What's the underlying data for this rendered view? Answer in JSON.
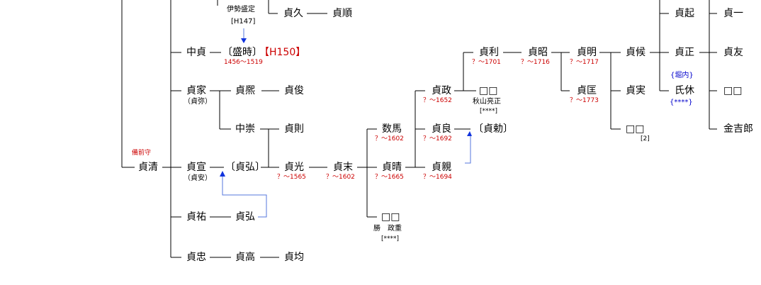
{
  "persons": {
    "p_sadahisa": "貞久",
    "p_sadayori": "貞順",
    "p_ise_moritada": "伊勢盛定",
    "p_ise_moritada_ref": "[H147]",
    "p_nakasada": "中貞",
    "p_moritoki": "〔盛時〕",
    "p_moritoki_ref": "【H150】",
    "p_moritoki_dates": "1456～1519",
    "p_sadaie": "貞家",
    "p_sadaie_alias": "（貞弥）",
    "p_sadahiro_a": "貞熈",
    "p_sadatoshi_a": "貞俊",
    "p_nakamune": "中崇",
    "p_sadanori": "貞則",
    "p_bizen": "備前守",
    "p_sadakiyo": "貞清",
    "p_sadanobu": "貞宣",
    "p_sadanobu_alias": "（貞安）",
    "p_sadahiro_b": "〔貞弘〕",
    "p_sadamitsu": "貞光",
    "p_sadamitsu_dates": "？～1565",
    "p_sadasue": "貞末",
    "p_sadasue_dates": "？～1602",
    "p_kazuma": "数馬",
    "p_kazuma_dates": "？～1602",
    "p_sadaharu": "貞晴",
    "p_sadaharu_dates": "？～1665",
    "p_unknown_masashige": "□□",
    "p_masashige_name": "勝　政重",
    "p_masashige_ref": "[****]",
    "p_sadamasa": "貞政",
    "p_sadamasa_dates": "？～1652",
    "p_sadayoshi": "貞良",
    "p_sadayoshi_dates": "？～1692",
    "p_sadachika": "貞親",
    "p_sadachika_dates": "？～1694",
    "p_sadatoshi_b": "〔貞勅〕",
    "p_sadatoshi_c": "貞利",
    "p_sadatoshi_c_dates": "？～1701",
    "p_unknown_akiyama": "□□",
    "p_akiyama_name": "秋山亮正",
    "p_akiyama_ref": "[****]",
    "p_sadaaki_a": "貞昭",
    "p_sadaaki_a_dates": "？～1716",
    "p_sadaaki_b": "貞明",
    "p_sadaaki_b_dates": "？～1717",
    "p_sadatada": "貞匡",
    "p_sadatada_dates": "？～1773",
    "p_sadatoki": "貞候",
    "p_sadazane": "貞実",
    "p_unknown_2": "□□",
    "p_unknown_2_ref": "[2]",
    "p_sadaoki": "貞起",
    "p_sadamasa_b": "貞正",
    "p_horiuchi": "{堀内}",
    "p_ujiyasu": "氏休",
    "p_ujiyasu_ref": "{****}",
    "p_sadaichi": "貞一",
    "p_sadatomo": "貞友",
    "p_unknown_3": "□□",
    "p_kinkichiro": "金吉郎",
    "p_sadahiro_c": "貞祐",
    "p_sadahiro_d": "貞弘",
    "p_sadatada_b": "貞忠",
    "p_sadataka": "貞高",
    "p_sadahitoshi": "貞均"
  },
  "colors": {
    "line": "#000000",
    "red": "#cc0000",
    "blue": "#0000cc",
    "connector_blue": "#5577dd"
  }
}
